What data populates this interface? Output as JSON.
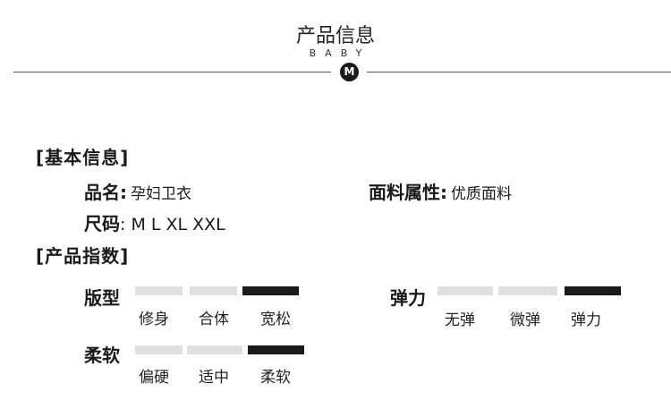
{
  "header": {
    "title": "产品信息",
    "subtitle": "BABY",
    "badge": "M"
  },
  "basic": {
    "section_title": "[基本信息]",
    "name_label": "品名:",
    "name_value": "孕妇卫衣",
    "fabric_label": "面料属性:",
    "fabric_value": "优质面料",
    "size_label": "尺码",
    "size_value": ": M L XL XXL"
  },
  "index": {
    "section_title": "[产品指数]",
    "fit": {
      "label": "版型",
      "options": [
        "修身",
        "合体",
        "宽松"
      ],
      "selected": 2
    },
    "elasticity": {
      "label": "弹力",
      "options": [
        "无弹",
        "微弹",
        "弹力"
      ],
      "selected": 2
    },
    "softness": {
      "label": "柔软",
      "options": [
        "偏硬",
        "适中",
        "柔软"
      ],
      "selected": 2
    }
  },
  "colors": {
    "bar_light": "#e0e0e0",
    "bar_dark": "#1a1a1a"
  }
}
